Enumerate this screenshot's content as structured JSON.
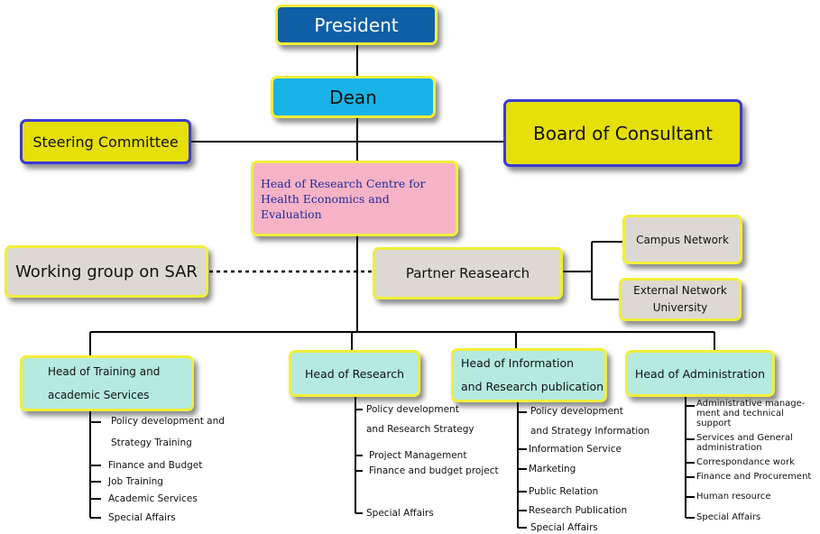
{
  "nodes": {
    "president": "President",
    "dean": "Dean",
    "steering": "Steering Committee",
    "board": "Board of Consultant",
    "head_rc": "Head of Research Centre for Health Economics and Evaluation",
    "working_group": "Working group on SAR",
    "partner": "Partner Reasearch",
    "campus": "Campus Network",
    "external_line1": "External Network",
    "external_line2": "University",
    "training_line1": "Head of Training and",
    "training_line2": "academic Services",
    "research": "Head of Research",
    "info_line1": "Head of Information",
    "info_line2": "and Research publication",
    "admin": "Head of Administration"
  },
  "training_items": [
    "Policy development and",
    "Strategy Training",
    "Finance and Budget",
    "Job Training",
    "Academic Services",
    "Special Affairs"
  ],
  "research_items": [
    "Policy development",
    "and Research Strategy",
    "Project Management",
    "Finance and budget project",
    "Special Affairs"
  ],
  "info_items": [
    "Policy development",
    "and Strategy Information",
    "Information Service",
    "Marketing",
    "Public Relation",
    "Research Publication",
    "Special Affairs"
  ],
  "admin_items": [
    "Administrative manage-ment and technical support",
    "Services and General administration",
    "Correspondance work",
    "Finance and Procurement",
    "Human resource",
    "Special Affairs"
  ],
  "colors": {
    "president": "#0f5fa6",
    "dean": "#19b2e6",
    "yellow": "#e6df08",
    "pink": "#f6b3c5",
    "grey": "#ddd9d2",
    "mint": "#b4eadf",
    "border": "#f2ee3a",
    "navy_text": "#1f2a9c"
  }
}
